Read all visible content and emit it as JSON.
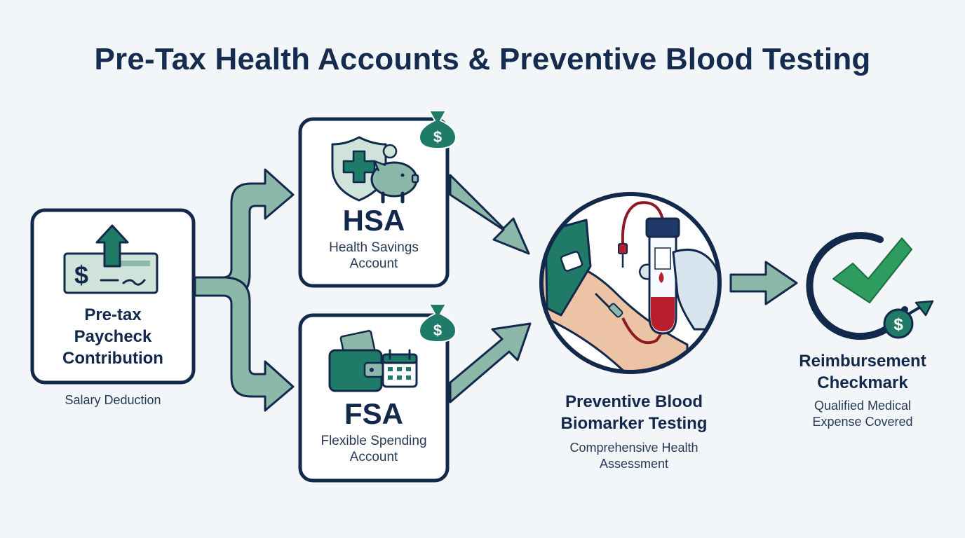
{
  "title": "Pre-Tax Health Accounts & Preventive Blood Testing",
  "nodes": {
    "paycheck": {
      "label_lines": [
        "Pre-tax",
        "Paycheck",
        "Contribution"
      ],
      "caption": "Salary Deduction",
      "icons": [
        "paycheck-icon",
        "up-arrow-icon",
        "dollar-icon"
      ]
    },
    "hsa": {
      "abbr": "HSA",
      "label_lines": [
        "Health Savings",
        "Account"
      ],
      "icons": [
        "shield-cross-icon",
        "piggy-bank-icon",
        "money-bag-icon"
      ],
      "badge_symbol": "$"
    },
    "fsa": {
      "abbr": "FSA",
      "label_lines": [
        "Flexible Spending",
        "Account"
      ],
      "icons": [
        "wallet-icon",
        "calendar-icon",
        "money-bag-icon"
      ],
      "badge_symbol": "$"
    },
    "testing": {
      "label_lines": [
        "Preventive Blood",
        "Biomarker Testing"
      ],
      "caption_lines": [
        "Comprehensive Health",
        "Assessment"
      ],
      "icons": [
        "blood-draw-icon",
        "test-tube-icon"
      ]
    },
    "reimbursement": {
      "label_lines": [
        "Reimbursement",
        "Checkmark"
      ],
      "caption_lines": [
        "Qualified Medical",
        "Expense Covered"
      ],
      "icons": [
        "checkmark-icon",
        "dollar-arrow-icon"
      ],
      "badge_symbol": "$"
    }
  },
  "colors": {
    "navy": "#13294b",
    "teal": "#1f7a68",
    "arrow": "#8cb8aa",
    "green_check": "#2e9c5e",
    "blood": "#b81e2b",
    "background": "#f2f6f9"
  }
}
